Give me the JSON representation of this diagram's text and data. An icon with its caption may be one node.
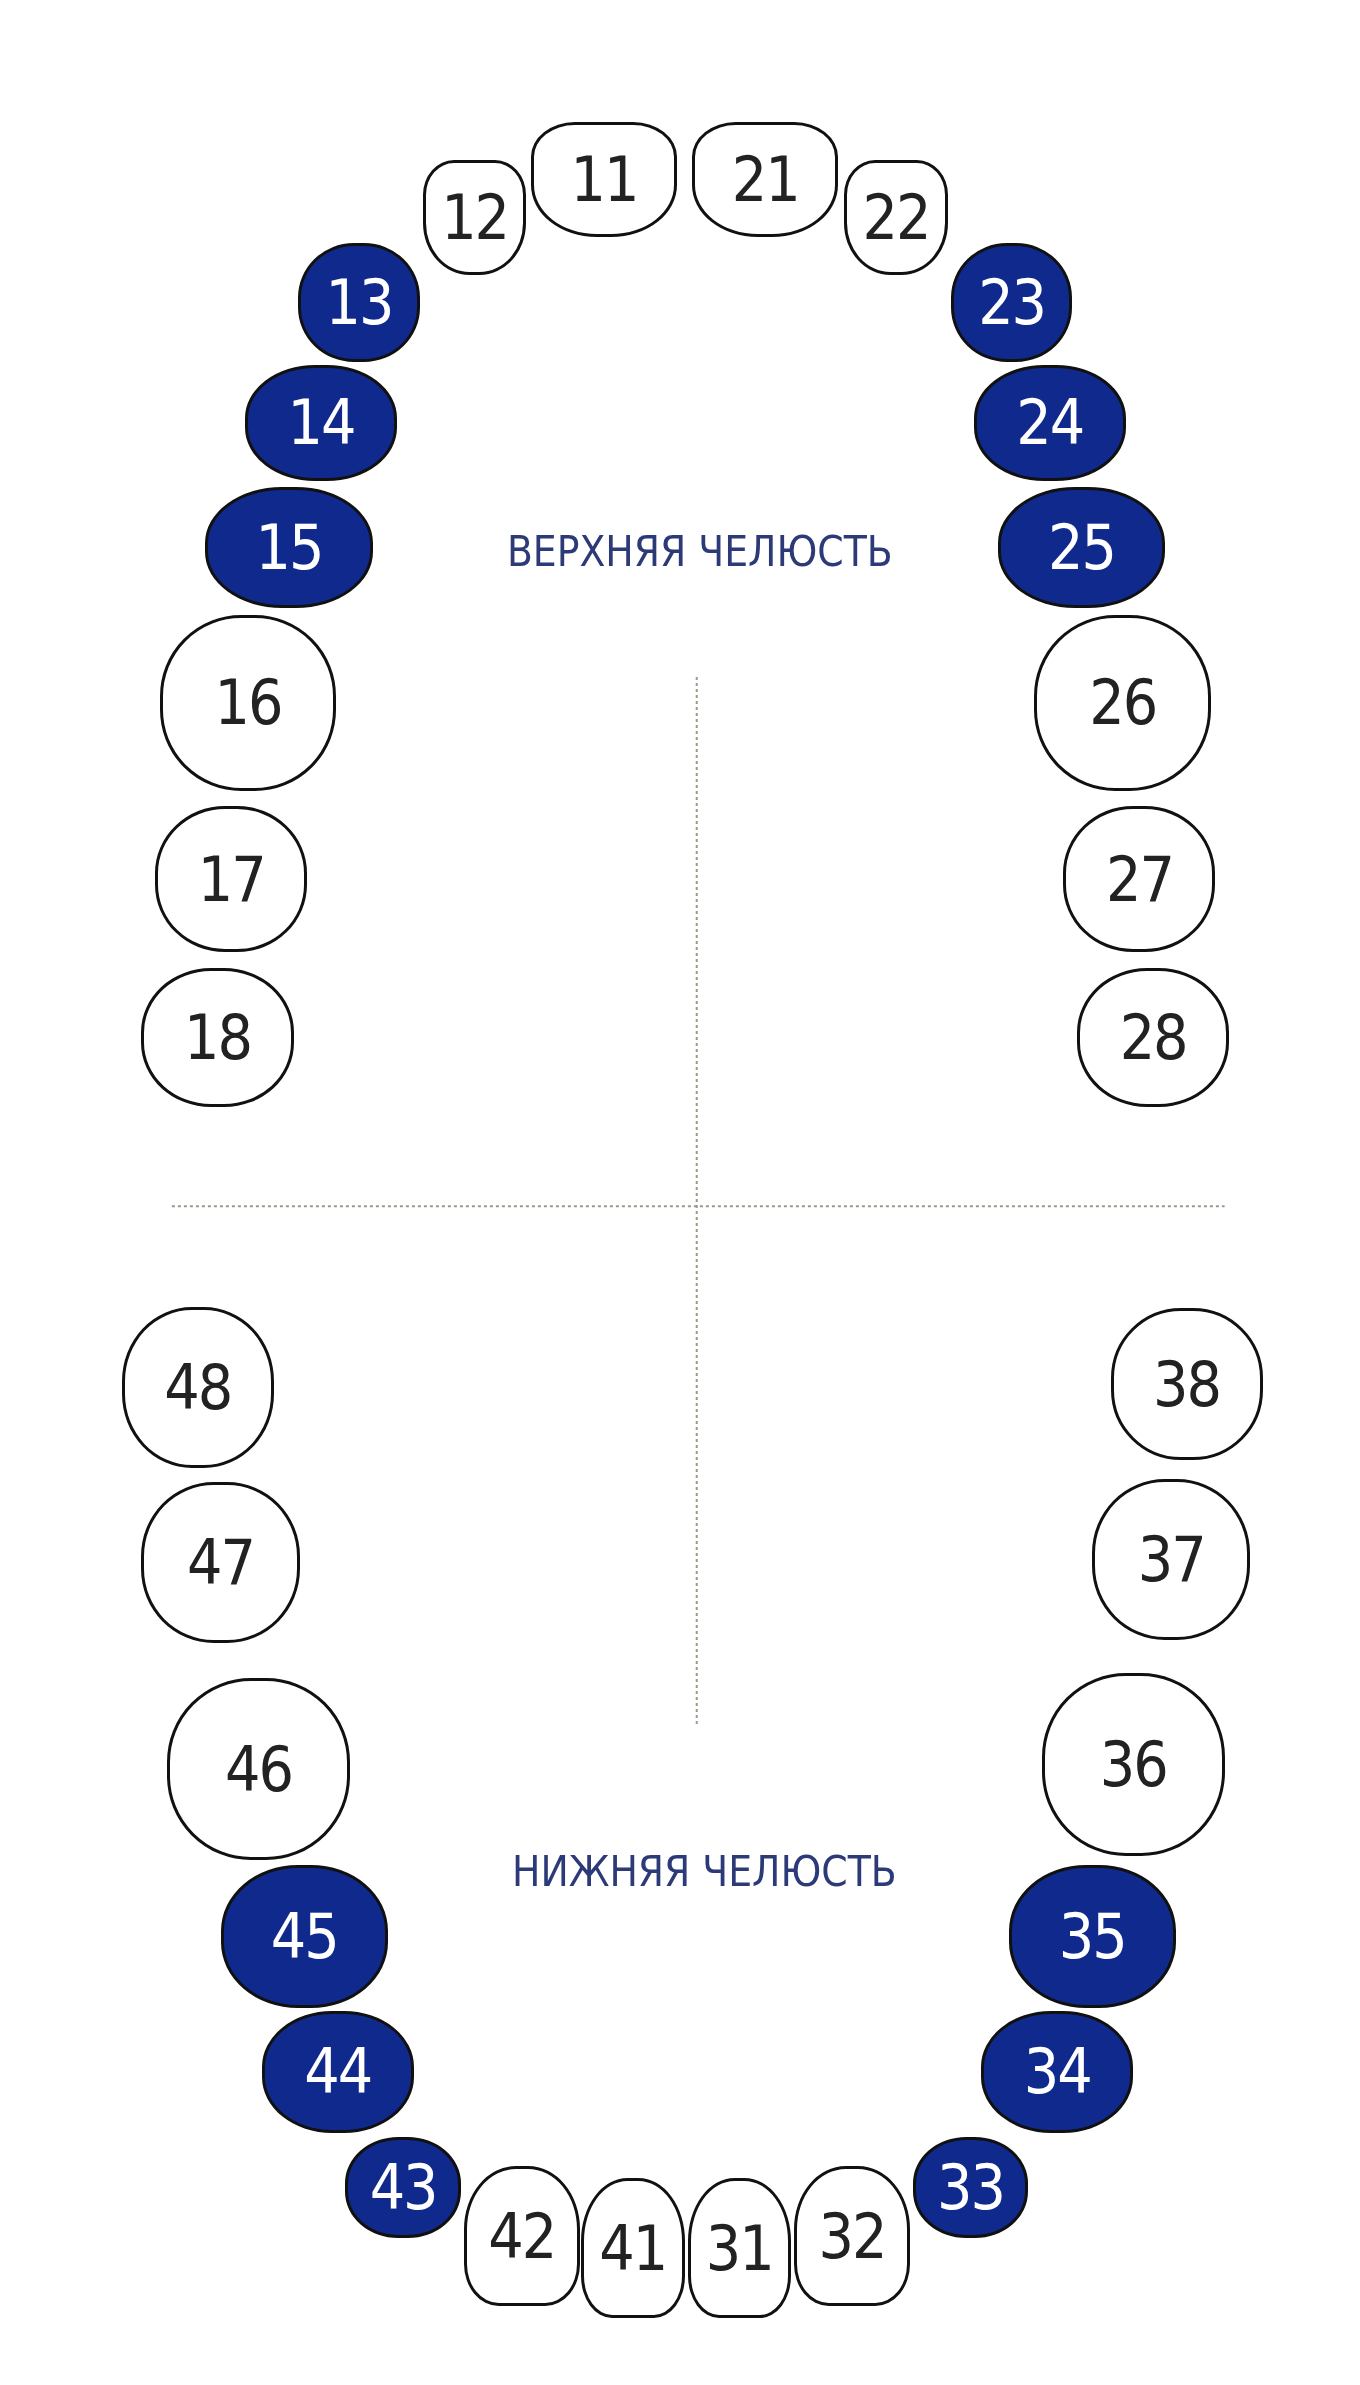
{
  "diagram": {
    "nodes": [
      {
        "text": [
          "18"
        ]
      },
      {
        "text": [
          "17"
        ]
      },
      {
        "text": [
          "16"
        ]
      },
      {
        "text": [
          "15"
        ]
      },
      {
        "text": [
          "14"
        ]
      },
      {
        "text": [
          "13"
        ]
      },
      {
        "text": [
          "12"
        ]
      },
      {
        "text": [
          "11"
        ]
      },
      {
        "text": [
          "21"
        ]
      },
      {
        "text": [
          "22"
        ]
      },
      {
        "text": [
          "23"
        ]
      },
      {
        "text": [
          "24"
        ]
      },
      {
        "text": [
          "25"
        ]
      },
      {
        "text": [
          "26"
        ]
      },
      {
        "text": [
          "27"
        ]
      },
      {
        "text": [
          "28"
        ]
      },
      {
        "text": [
          "48"
        ]
      },
      {
        "text": [
          "47"
        ]
      },
      {
        "text": [
          "46"
        ]
      },
      {
        "text": [
          "45"
        ]
      },
      {
        "text": [
          "44"
        ]
      },
      {
        "text": [
          "43"
        ]
      },
      {
        "text": [
          "42"
        ]
      },
      {
        "text": [
          "41"
        ]
      },
      {
        "text": [
          "31"
        ]
      },
      {
        "text": [
          "32"
        ]
      },
      {
        "text": [
          "33"
        ]
      },
      {
        "text": [
          "34"
        ]
      },
      {
        "text": [
          "35"
        ]
      },
      {
        "text": [
          "36"
        ]
      },
      {
        "text": [
          "37"
        ]
      },
      {
        "text": [
          "38"
        ]
      }
    ],
    "edges": [],
    "labels": [
      "ВЕРХНЯЯ ЧЕЛЮСТЬ",
      "НИЖНЯЯ ЧЕЛЮСТЬ"
    ]
  }
}
